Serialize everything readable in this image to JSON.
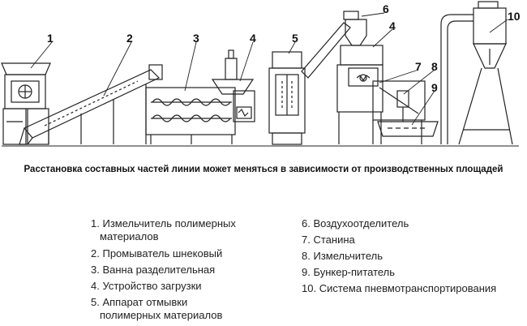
{
  "callouts": [
    "1",
    "2",
    "3",
    "4",
    "5",
    "6",
    "4",
    "7",
    "8",
    "9",
    "10"
  ],
  "caption": "Расстановка составных частей линии может меняться в зависимости от производственных площадей",
  "legend_left": [
    {
      "num": "1.",
      "text": "Измельчитель полимерных",
      "text2": "материалов"
    },
    {
      "num": "2.",
      "text": "Промыватель шнековый",
      "text2": ""
    },
    {
      "num": "3.",
      "text": "Ванна разделительная",
      "text2": ""
    },
    {
      "num": "4.",
      "text": "Устройство загрузки",
      "text2": ""
    },
    {
      "num": "5.",
      "text": "Аппарат отмывки",
      "text2": "полимерных материалов"
    }
  ],
  "legend_right": [
    {
      "num": "6.",
      "text": "Воздухоотделитель"
    },
    {
      "num": "7.",
      "text": "Станина"
    },
    {
      "num": "8.",
      "text": "Измельчитель"
    },
    {
      "num": "9.",
      "text": "Бункер-питатель"
    },
    {
      "num": "10.",
      "text": "Система пневмотранспортирования"
    }
  ]
}
